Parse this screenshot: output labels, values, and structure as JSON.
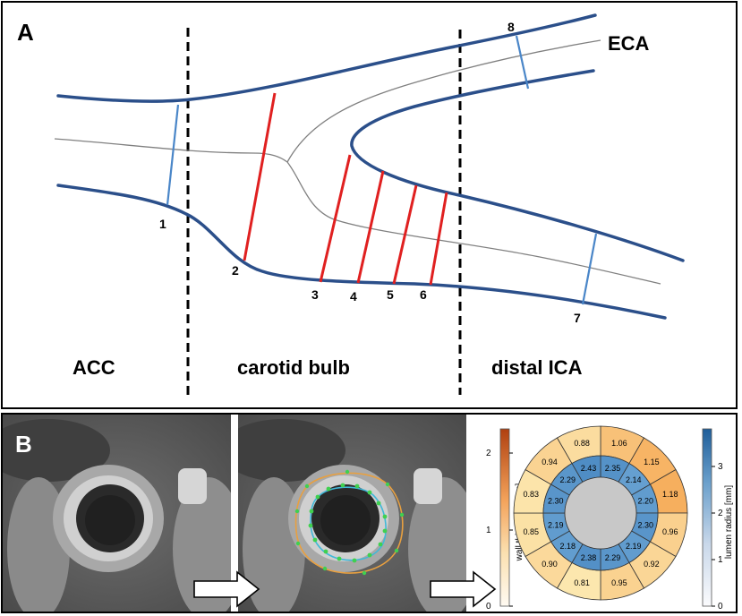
{
  "panel_a": {
    "label": "A",
    "eca_label": "ECA",
    "regions": [
      "ACC",
      "carotid bulb",
      "distal ICA"
    ],
    "section_numbers": [
      "1",
      "2",
      "3",
      "4",
      "5",
      "6",
      "7",
      "8"
    ]
  },
  "panel_b": {
    "label": "B",
    "wall_colorbar": {
      "title": "wall thickness [mm]",
      "ticks": [
        "0",
        "1",
        "2"
      ]
    },
    "lumen_colorbar": {
      "title": "lumen radius [mm]",
      "ticks": [
        "0",
        "1",
        "2",
        "3"
      ]
    },
    "bullseye": {
      "outer_ring": [
        "1.06",
        "1.15",
        "1.18",
        "0.96",
        "0.92",
        "0.95",
        "0.81",
        "0.90",
        "0.85",
        "0.83",
        "0.94",
        "0.88"
      ],
      "inner_ring": [
        "2.35",
        "2.14",
        "2.20",
        "2.30",
        "2.19",
        "2.29",
        "2.38",
        "2.18",
        "2.19",
        "2.30",
        "2.29",
        "2.43"
      ]
    }
  },
  "colors": {
    "vessel_wall": "#2b4f8a",
    "wall_section": "#e02020",
    "reference_section": "#4a86c8",
    "centerline": "#808080",
    "outer_ring_low": "#fbe3a6",
    "outer_ring_high": "#f7b868",
    "inner_ring": "#5b9bd0"
  }
}
